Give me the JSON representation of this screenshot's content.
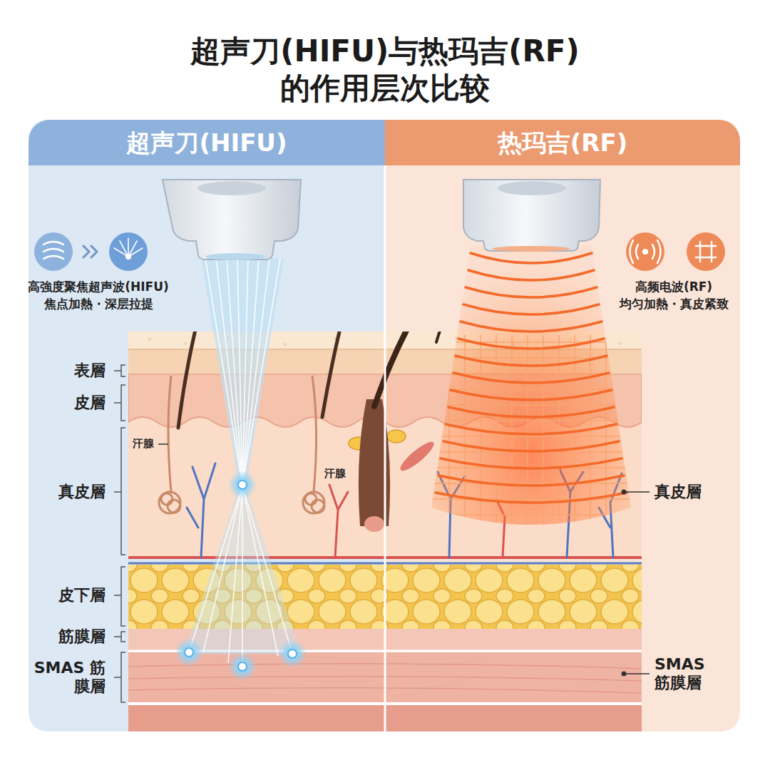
{
  "diagram": {
    "title": "超声刀(HIFU)与热玛吉(RF) 的作用层次比较",
    "nodes": [
      {
        "text": [
          "超声刀(HIFU)"
        ]
      },
      {
        "text": [
          "热玛吉(RF)"
        ]
      }
    ],
    "labels": [
      "高強度聚焦超声波(HIFU)",
      "焦点加熱・深层拉提",
      "表層",
      "皮層",
      "汗腺",
      "真皮層",
      "汗腺",
      "皮下層",
      "筋膜層",
      "SMAS 筋膜層",
      "高频电波(RF)",
      "均匀加熱・真皮紧致",
      "真皮層",
      "SMAS 筋膜層"
    ]
  }
}
